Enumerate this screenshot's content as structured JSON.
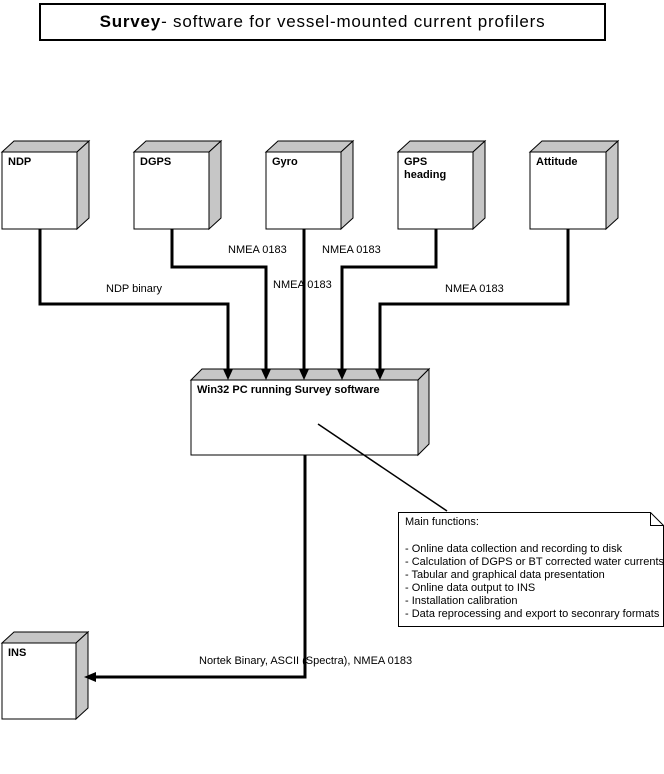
{
  "title": {
    "brand": "Survey",
    "rest": "- software for vessel-mounted current profilers"
  },
  "devices": [
    {
      "label": "NDP"
    },
    {
      "label": "DGPS"
    },
    {
      "label": "Gyro"
    },
    {
      "label": "GPS heading"
    },
    {
      "label": "Attitude"
    }
  ],
  "pc_box": {
    "label": "Win32 PC running Survey software"
  },
  "ins_box": {
    "label": "INS"
  },
  "connections": {
    "ndp": "NDP binary",
    "dgps": "NMEA 0183",
    "gyro": "NMEA 0183",
    "gps_heading": "NMEA 0183",
    "attitude": "NMEA 0183",
    "output": "Nortek Binary, ASCII (Spectra), NMEA 0183"
  },
  "note": {
    "title": "Main functions:",
    "items": [
      "- Online data collection and recording to disk",
      "- Calculation of DGPS or BT corrected water currents",
      "- Tabular and graphical data presentation",
      "- Online data output to INS",
      "- Installation calibration",
      "- Data reprocessing and export to seconrary formats"
    ]
  },
  "colors": {
    "box_face": "#ffffff",
    "box_shade": "#c6c6c6",
    "line": "#000000",
    "background": "#ffffff"
  }
}
